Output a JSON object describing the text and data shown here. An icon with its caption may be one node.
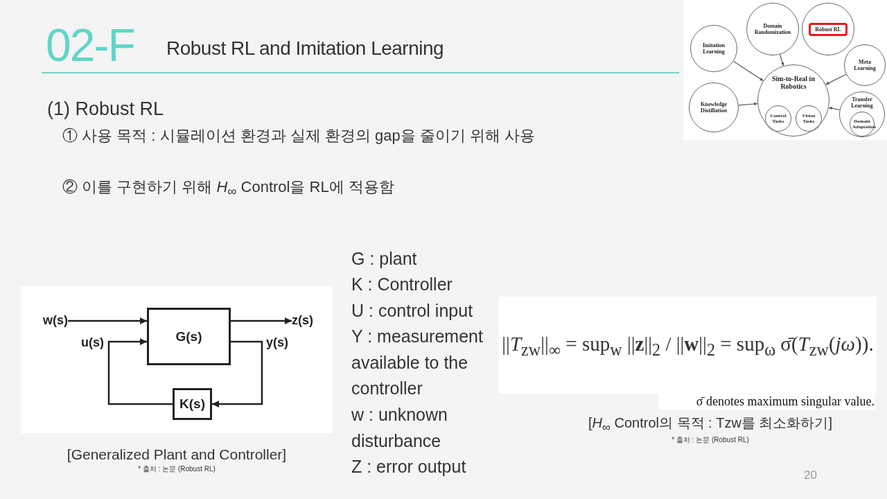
{
  "diagram": {
    "title": "Robust RL and Imitation Learning",
    "nodes": [
      {
        "text": [
          "Domain Randomization"
        ]
      },
      {
        "text": [
          "Robust RL"
        ]
      },
      {
        "text": [
          "Imitation Learning"
        ]
      },
      {
        "text": [
          "Meta Learning"
        ]
      },
      {
        "text": [
          "Knowledge Distillation"
        ]
      },
      {
        "text": [
          "Sim-to-Real in Robotics"
        ]
      },
      {
        "text": [
          "Control Tasks"
        ],
        "in": 5
      },
      {
        "text": [
          "Vision Tasks"
        ],
        "in": 5
      },
      {
        "text": [
          "Transfer Learning"
        ]
      },
      {
        "text": [
          "Domain Adaptation"
        ],
        "in": 8
      },
      {
        "text": [
          "w(s)"
        ]
      },
      {
        "text": [
          "G(s)"
        ]
      },
      {
        "text": [
          "z(s)"
        ]
      },
      {
        "text": [
          "K(s)"
        ]
      }
    ],
    "edges": [
      {
        "from": 0,
        "to": 5,
        "arrow": "to"
      },
      {
        "from": 2,
        "to": 5,
        "arrow": "to"
      },
      {
        "from": 4,
        "to": 5,
        "arrow": "to"
      },
      {
        "from": 3,
        "to": 5,
        "arrow": "to"
      },
      {
        "from": 8,
        "to": 5,
        "arrow": "to"
      },
      {
        "from": 10,
        "to": 11,
        "arrow": "to"
      },
      {
        "from": 11,
        "to": 12,
        "arrow": "to"
      },
      {
        "from": 11,
        "to": 13,
        "label": "y(s)",
        "arrow": "to"
      },
      {
        "from": 13,
        "to": 11,
        "label": "u(s)",
        "arrow": "to"
      }
    ],
    "labels": [
      "02-F",
      "(1) Robust RL",
      "① 사용 목적 : 시뮬레이션 환경과 실제 환경의 gap을 줄이기 위해 사용",
      "② 이를 구현하기 위해 *H*$_{∞}$ Control을 RL에 적용함",
      "G : plant",
      "K : Controller",
      "U : control input",
      "Y : measurement available to the controller",
      "w : unknown disturbance",
      "Z : error output",
      "||*T*$_{zw}$||$_{∞}$ = sup$_{w}$ ||**z**||$_{2}$ / ||**w**||$_{2}$ = sup$_{ω}$ σ̄(*T*$_{zw}$(*jω*)).",
      "σ̄ denotes maximum singular value.",
      "[*H*$_{∞}$ Control의 목적 : Tzw를 최소화하기]",
      "* 출처 : 논문 (Robust RL)",
      "[Generalized Plant and Controller]",
      "* 출처 : 논문 (Robust RL)",
      "20"
    ]
  }
}
